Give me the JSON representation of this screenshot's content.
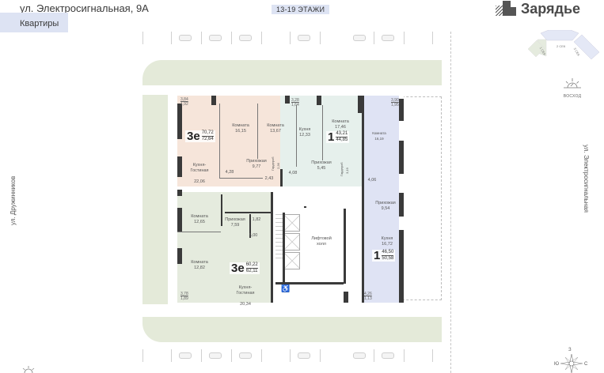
{
  "header": {
    "address": "ул. Электросигнальная, 9А",
    "tab_label": "Квартиры",
    "floors_badge": "13-19 ЭТАЖИ",
    "logo_text": "Зарядье"
  },
  "mini_map": {
    "sections": [
      "1 СЕК",
      "2 СЕК",
      "3 СЕК"
    ],
    "sunrise_label": "ВОСХОД"
  },
  "streets": {
    "left": "ул. Дружинников",
    "right": "ул. Электросигнальная"
  },
  "compass": {
    "north": "З",
    "west": "Ю",
    "east": "С"
  },
  "colors": {
    "tab_bg": "#dde3f3",
    "apt_3e_top": "#f6e5da",
    "apt_1_kitchen": "#e6f0ec",
    "apt_3e_bottom": "#e5ebde",
    "apt_1_right": "#dfe3f4",
    "green_zone": "#e4ead9",
    "wall": "#3a3a3a"
  },
  "apartments": [
    {
      "id": "apt-3e-top",
      "rooms_label": "3е",
      "living_area": "70,72",
      "total_area": "72,64",
      "balcony": {
        "area": "3,84",
        "reduced": "1,92"
      },
      "rooms": [
        {
          "name": "Комната",
          "area": "16,15"
        },
        {
          "name": "Комната",
          "area": "13,67"
        },
        {
          "name": "Кухня-\nГостиная",
          "area": "22,06"
        },
        {
          "name": "Прихожая",
          "area": "9,77"
        },
        {
          "name": "Гардероб",
          "area": "2,36"
        },
        {
          "name": "",
          "area": "4,28"
        },
        {
          "name": "",
          "area": "2,43"
        }
      ]
    },
    {
      "id": "apt-1-middle",
      "rooms_label": "1",
      "living_area": "43,21",
      "total_area": "44,85",
      "balcony": {
        "area": "3,28",
        "reduced": "1,64"
      },
      "rooms": [
        {
          "name": "Кухня",
          "area": "12,33"
        },
        {
          "name": "Комната",
          "area": "17,46"
        },
        {
          "name": "Прихожая",
          "area": "5,45"
        },
        {
          "name": "Гардероб",
          "area": "3,19"
        },
        {
          "name": "",
          "area": "4,08"
        }
      ]
    },
    {
      "id": "apt-1-right",
      "rooms_label": "1",
      "living_area": "46,50",
      "total_area": "50,58",
      "balcony_top": {
        "area": "3,90",
        "reduced": "1,95"
      },
      "balcony_bottom": {
        "area": "4,26",
        "reduced": "1,13"
      },
      "rooms": [
        {
          "name": "Комната",
          "area": "16,19"
        },
        {
          "name": "",
          "area": "4,06"
        },
        {
          "name": "Прихожая",
          "area": "9,54"
        },
        {
          "name": "Кухня",
          "area": "16,72"
        }
      ]
    },
    {
      "id": "apt-3e-bottom",
      "rooms_label": "3е",
      "living_area": "60,22",
      "total_area": "62,11",
      "balcony": {
        "area": "3,78",
        "reduced": "1,89"
      },
      "rooms": [
        {
          "name": "Комната",
          "area": "12,65"
        },
        {
          "name": "Комната",
          "area": "12,82"
        },
        {
          "name": "Прихожая",
          "area": "7,59"
        },
        {
          "name": "",
          "area": "1,82"
        },
        {
          "name": "",
          "area": "5,00"
        },
        {
          "name": "Кухня-\nГостиная",
          "area": "20,34"
        }
      ]
    }
  ],
  "common": {
    "lift_hall": "Лифтовой\nхолл"
  }
}
